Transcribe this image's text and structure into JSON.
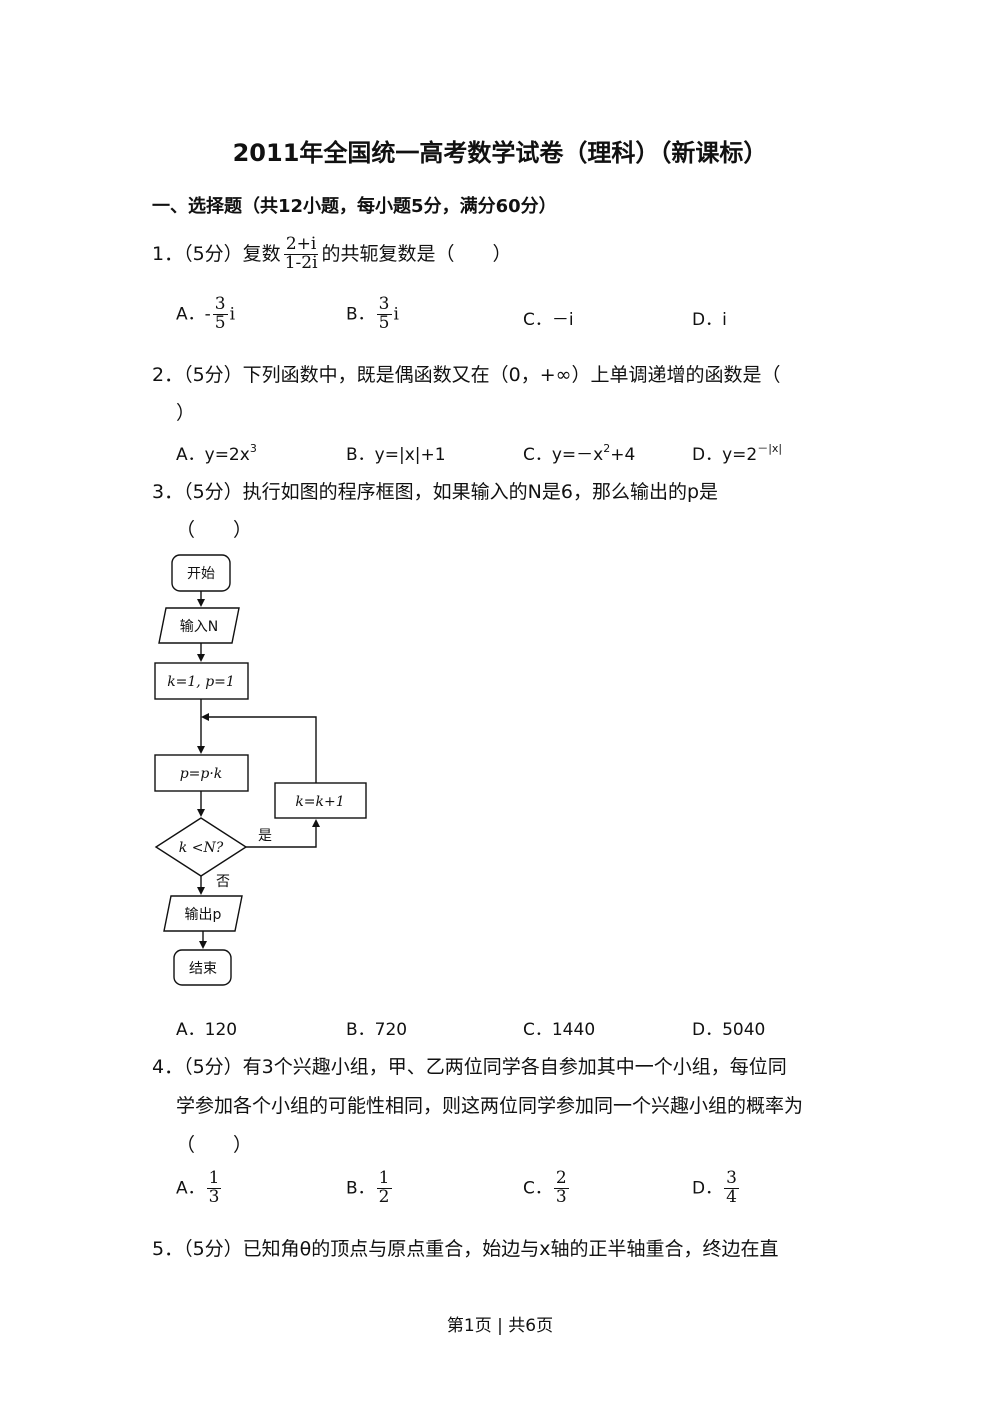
{
  "title": "2011年全国统一高考数学试卷（理科）（新课标）",
  "section": "一、选择题（共12小题，每小题5分，满分60分）",
  "q1": {
    "prefix": "1．（5分）复数",
    "frac_num": "2+i",
    "frac_den": "1-2i",
    "suffix": "的共轭复数是（　　）",
    "A_label": "A．",
    "A_sign": "-",
    "A_num": "3",
    "A_den": "5",
    "A_i": "i",
    "B_label": "B．",
    "B_num": "3",
    "B_den": "5",
    "B_i": "i",
    "C": "C．－i",
    "D": "D．i"
  },
  "q2": {
    "line1": "2．（5分）下列函数中，既是偶函数又在（0，+∞）上单调递增的函数是（",
    "line2": "）",
    "A_pre": "A．y=2x",
    "A_sup": "3",
    "B": "B．y=|x|+1",
    "C_pre": "C．y=－x",
    "C_sup": "2",
    "C_post": "+4",
    "D_pre": "D．y=2",
    "D_sup": "－|x|"
  },
  "q3": {
    "line1": "3．（5分）执行如图的程序框图，如果输入的N是6，那么输出的p是",
    "line2": "（　　）",
    "flow": {
      "start": "开始",
      "input": "输入N",
      "init": "k=1, p=1",
      "mult": "p=p·k",
      "incr": "k=k+1",
      "cond": "k <N?",
      "yes": "是",
      "no": "否",
      "output": "输出p",
      "end": "结束"
    },
    "A": "A．120",
    "B": "B．720",
    "C": "C．1440",
    "D": "D．5040"
  },
  "q4": {
    "line1": "4．（5分）有3个兴趣小组，甲、乙两位同学各自参加其中一个小组，每位同",
    "line2": "学参加各个小组的可能性相同，则这两位同学参加同一个兴趣小组的概率为",
    "line3": "（　　）",
    "A_label": "A．",
    "A_num": "1",
    "A_den": "3",
    "B_label": "B．",
    "B_num": "1",
    "B_den": "2",
    "C_label": "C．",
    "C_num": "2",
    "C_den": "3",
    "D_label": "D．",
    "D_num": "3",
    "D_den": "4"
  },
  "q5": {
    "line1": "5．（5分）已知角θ的顶点与原点重合，始边与x轴的正半轴重合，终边在直"
  },
  "footer": "第1页 | 共6页"
}
